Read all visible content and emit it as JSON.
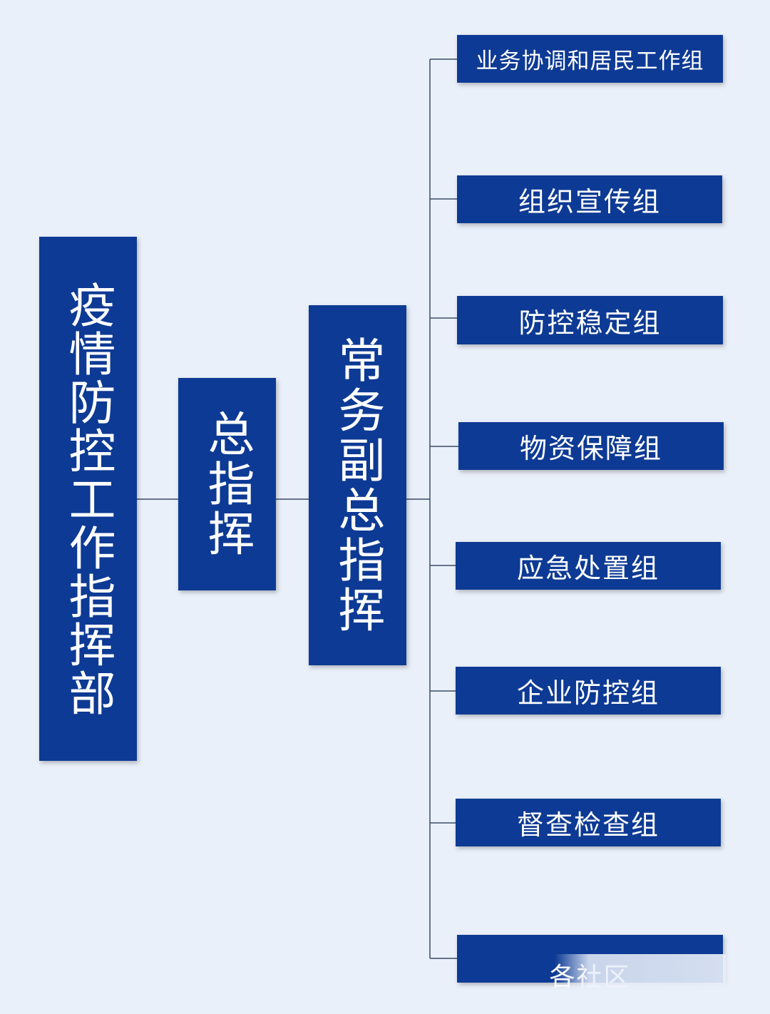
{
  "diagram": {
    "root": {
      "label": "疫情防控工作指挥部"
    },
    "chief": {
      "label": "总指挥"
    },
    "deputy": {
      "label": "常务副总指挥"
    },
    "groups": [
      {
        "label": "业务协调和居民工作组"
      },
      {
        "label": "组织宣传组"
      },
      {
        "label": "防控稳定组"
      },
      {
        "label": "物资保障组"
      },
      {
        "label": "应急处置组"
      },
      {
        "label": "企业防控组"
      },
      {
        "label": "督查检查组"
      },
      {
        "label": "各社区"
      }
    ],
    "colors": {
      "box_fill": "#0d3a94",
      "box_text": "#ffffff",
      "background": "#eaf0fa",
      "connector": "#3a4a66"
    }
  }
}
